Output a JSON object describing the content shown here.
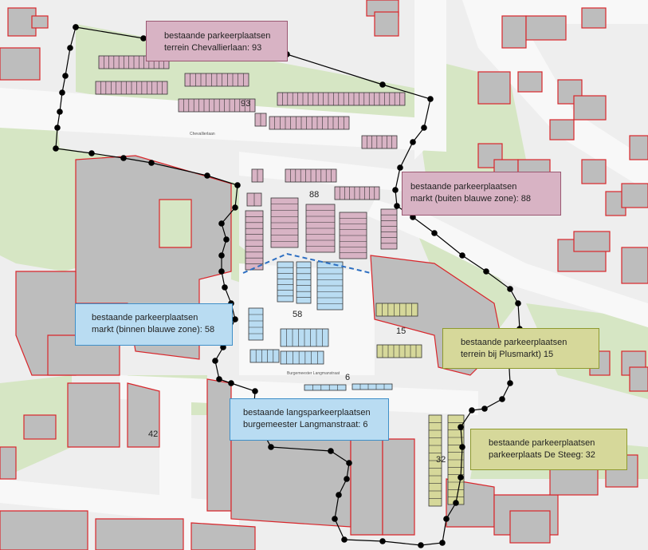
{
  "areas": {
    "chevallierlaan": {
      "line1": "bestaande parkeerplaatsen",
      "line2": "terrein Chevallierlaan: 93",
      "count": "93",
      "color": "#d8b3c4"
    },
    "markt_buiten": {
      "line1": "bestaande parkeerplaatsen",
      "line2": "markt (buiten blauwe zone): 88",
      "count": "88",
      "color": "#d8b3c4"
    },
    "markt_binnen": {
      "line1": "bestaande parkeerplaatsen",
      "line2": "markt (binnen blauwe zone): 58",
      "count": "58",
      "color": "#b9dcf2"
    },
    "plusmarkt": {
      "line1": "bestaande parkeerplaatsen",
      "line2": "terrein bij Plusmarkt) 15",
      "count": "15",
      "color": "#d6d89a"
    },
    "langmanstraat": {
      "line1": "bestaande langsparkeerplaatsen",
      "line2": "burgemeester Langmanstraat: 6",
      "count": "6",
      "color": "#b9dcf2"
    },
    "de_steeg": {
      "line1": "bestaande parkeerplaatsen",
      "line2": "parkeerplaats De Steeg: 32",
      "count": "32",
      "color": "#d6d89a"
    }
  },
  "other_labels": {
    "lot_42": "42"
  },
  "colors": {
    "building_outline": "#d9262b",
    "building_fill": "#bdbdbd",
    "green": "#d6e6c4",
    "road": "#f7f7f7",
    "boundary": "#000000"
  }
}
